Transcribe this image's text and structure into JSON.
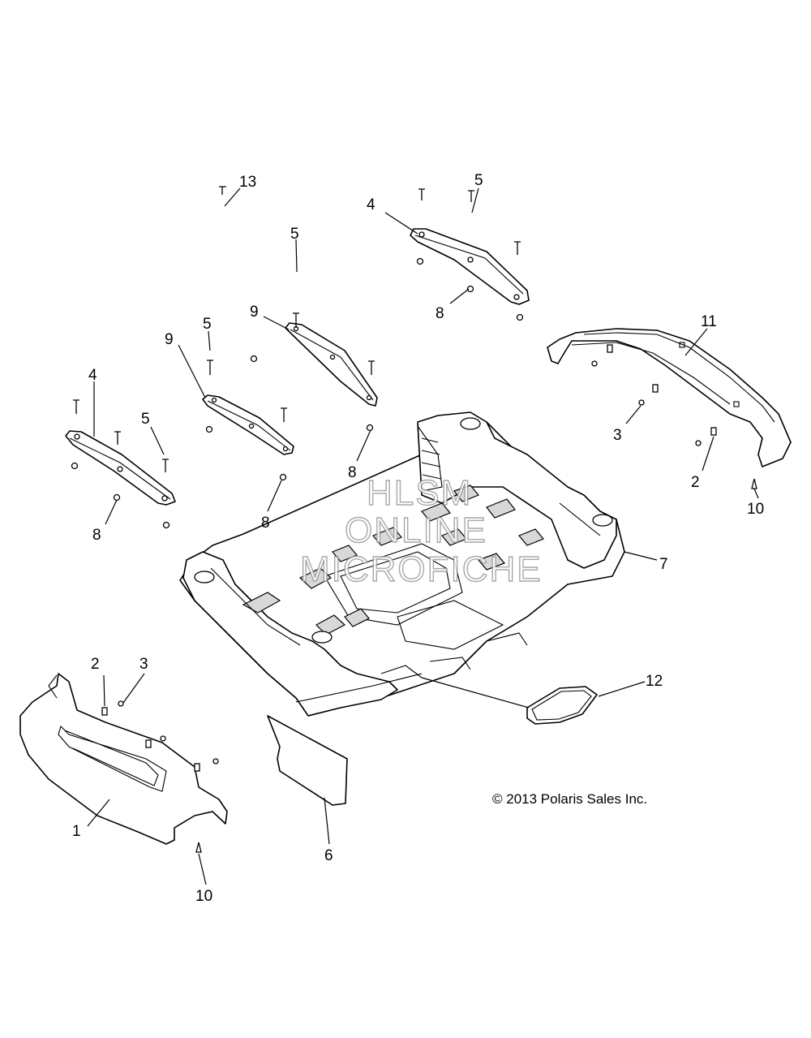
{
  "callouts": {
    "c1": "1",
    "c2a": "2",
    "c2b": "2",
    "c3a": "3",
    "c3b": "3",
    "c4a": "4",
    "c4b": "4",
    "c5a": "5",
    "c5b": "5",
    "c5c": "5",
    "c5d": "5",
    "c6": "6",
    "c7": "7",
    "c8a": "8",
    "c8b": "8",
    "c8c": "8",
    "c8d": "8",
    "c9a": "9",
    "c9b": "9",
    "c10a": "10",
    "c10b": "10",
    "c11": "11",
    "c12": "12",
    "c13": "13"
  },
  "watermark": {
    "line1": "HLSM",
    "line2": "ONLINE",
    "line3": "MICROFICHE"
  },
  "copyright": "© 2013 Polaris Sales Inc."
}
